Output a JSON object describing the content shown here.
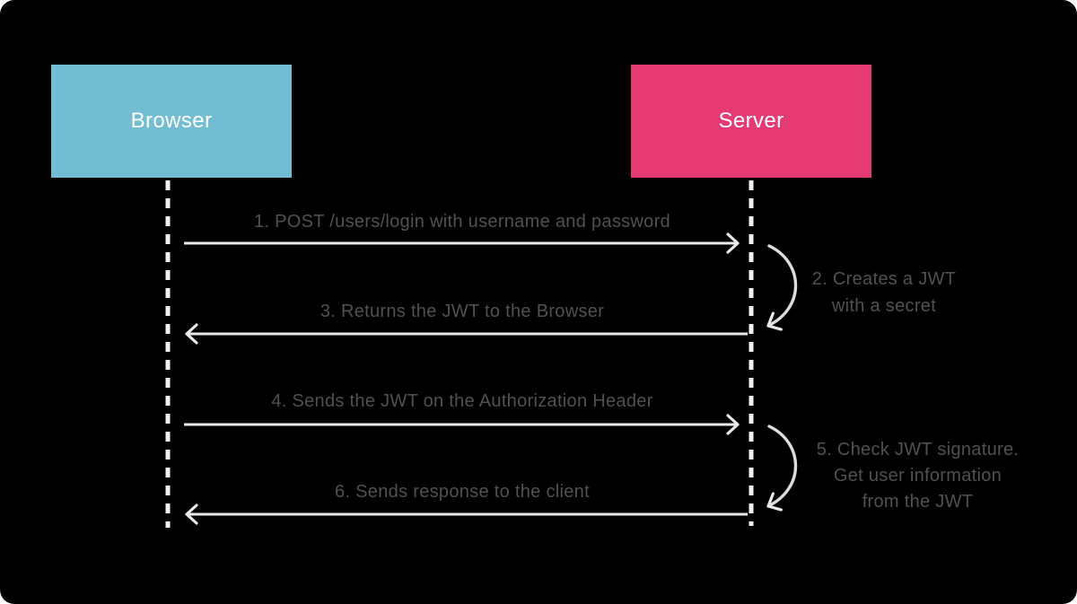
{
  "actors": [
    {
      "id": "browser",
      "label": "Browser",
      "color": "#73bdd3",
      "text_color": "#fdfdfd"
    },
    {
      "id": "server",
      "label": "Server",
      "color": "#e63a73",
      "text_color": "#fdfdfd"
    }
  ],
  "messages": [
    {
      "step": 1,
      "label": "1. POST /users/login with username and password",
      "from": "Browser",
      "to": "Server",
      "type": "arrow-right"
    },
    {
      "step": 2,
      "lines": [
        "2. Creates a JWT",
        "with a secret"
      ],
      "at": "Server",
      "type": "self-loop"
    },
    {
      "step": 3,
      "label": "3. Returns the JWT to the Browser",
      "from": "Server",
      "to": "Browser",
      "type": "arrow-left"
    },
    {
      "step": 4,
      "label": "4. Sends the JWT on the Authorization Header",
      "from": "Browser",
      "to": "Server",
      "type": "arrow-right"
    },
    {
      "step": 5,
      "lines": [
        "5. Check JWT signature.",
        "Get user information",
        "from the JWT"
      ],
      "at": "Server",
      "type": "self-loop"
    },
    {
      "step": 6,
      "label": "6. Sends response to the client",
      "from": "Server",
      "to": "Browser",
      "type": "arrow-left"
    }
  ],
  "colors": {
    "canvas_bg": "#000000",
    "arrow": "#e9e9e9",
    "lifeline": "#f0f0f0",
    "label_text": "#515151",
    "loop_arrow": "#dddddd"
  }
}
